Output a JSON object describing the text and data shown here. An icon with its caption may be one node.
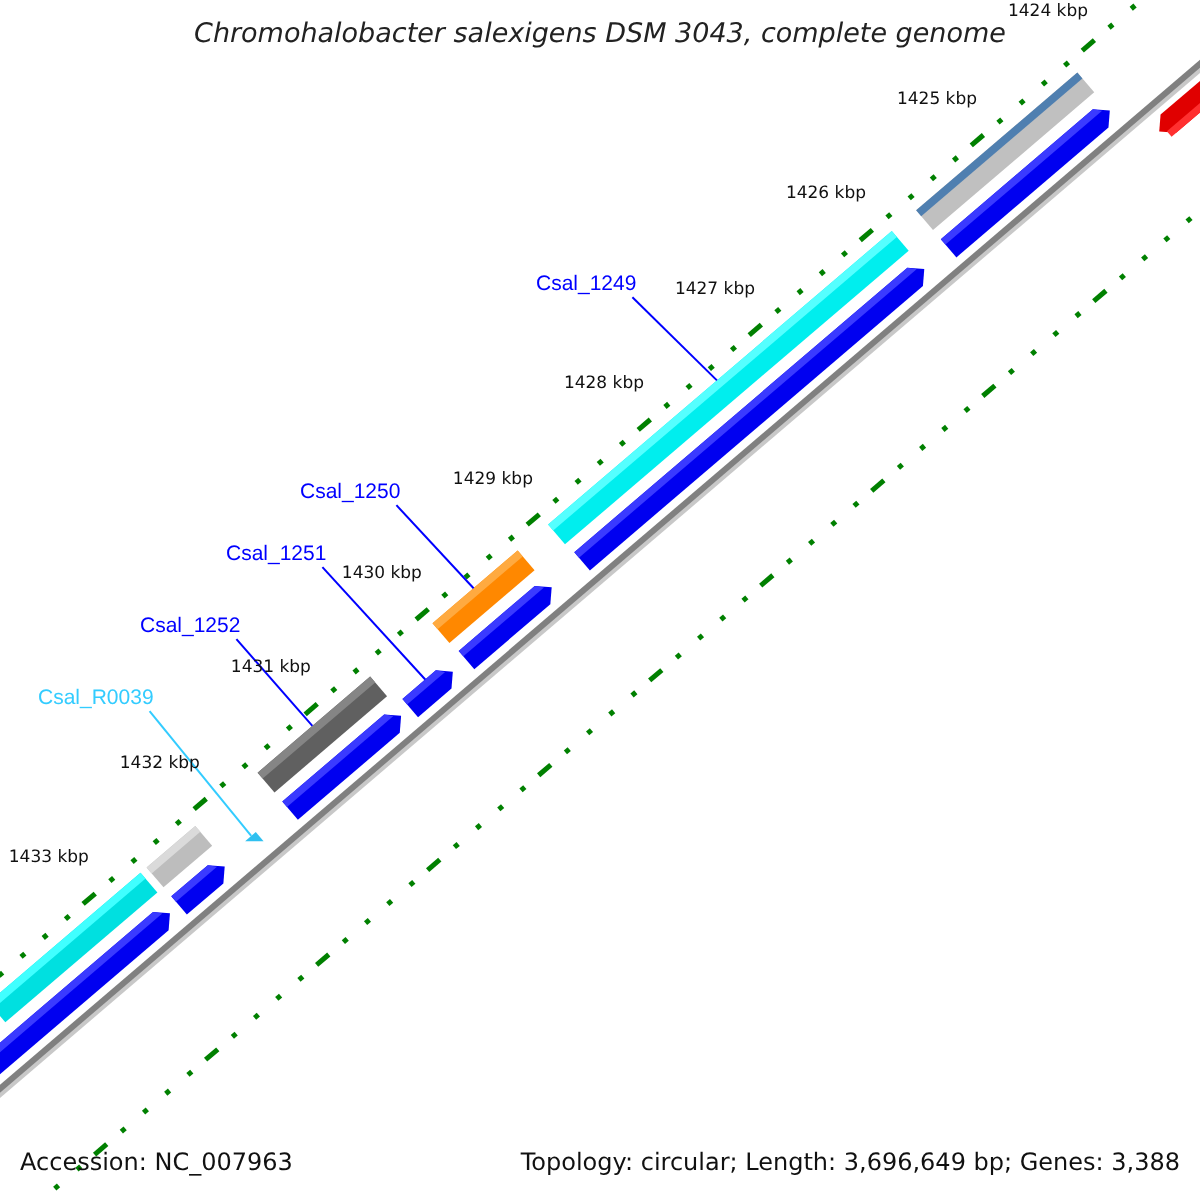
{
  "diagram": {
    "title": "Chromohalobacter salexigens DSM 3043, complete genome",
    "nodes": [
      {
        "text": [
          "Csal_1249"
        ]
      },
      {
        "text": [],
        "shape": "bar"
      },
      {
        "text": [
          "Csal_1250"
        ]
      },
      {
        "text": [],
        "shape": "bar"
      },
      {
        "text": [
          "Csal_1251"
        ]
      },
      {
        "text": [],
        "shape": "bar"
      },
      {
        "text": [
          "Csal_1252"
        ]
      },
      {
        "text": [],
        "shape": "bar"
      },
      {
        "text": [
          "Csal_R0039"
        ]
      },
      {
        "text": [],
        "shape": "triangle"
      },
      {
        "text": [],
        "shape": "bar"
      },
      {
        "text": [],
        "shape": "bar"
      },
      {
        "text": [],
        "shape": "bar"
      },
      {
        "text": [],
        "shape": "bar"
      },
      {
        "text": [],
        "shape": "bar"
      },
      {
        "text": [],
        "shape": "bar"
      },
      {
        "text": [],
        "shape": "bar"
      },
      {
        "text": [],
        "shape": "bar"
      },
      {
        "text": [],
        "shape": "bar"
      },
      {
        "text": [],
        "shape": "bar"
      }
    ],
    "edges": [
      {
        "from": 0,
        "to": 1,
        "arrow": "none"
      },
      {
        "from": 2,
        "to": 3,
        "arrow": "none"
      },
      {
        "from": 4,
        "to": 5,
        "arrow": "none"
      },
      {
        "from": 6,
        "to": 7,
        "arrow": "none"
      },
      {
        "from": 8,
        "to": 9,
        "arrow": "none",
        "color": "#33ccff"
      }
    ],
    "labels": [
      "1424 kbp",
      "1425 kbp",
      "1426 kbp",
      "1427 kbp",
      "1428 kbp",
      "1429 kbp",
      "1430 kbp",
      "1431 kbp",
      "1432 kbp",
      "1433 kbp",
      "Accession: NC_007963",
      "Topology: circular; Length: 3,696,649 bp; Genes: 3,388"
    ]
  }
}
